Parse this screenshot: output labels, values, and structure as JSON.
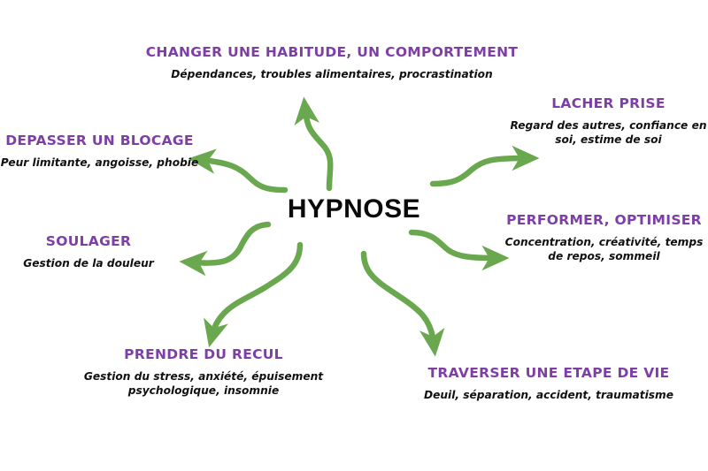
{
  "diagram": {
    "hub": {
      "label": "HYPNOSE"
    },
    "colors": {
      "title_purple": "#7d3fa5",
      "arrow_green": "#6aa84f",
      "hub_black": "#0a0a0a",
      "background": "#ffffff"
    },
    "nodes": [
      {
        "id": "changer",
        "title": "CHANGER UNE HABITUDE, UN COMPORTEMENT",
        "description": "Dépendances, troubles alimentaires, procrastination",
        "arrow": "arrow-up-icon"
      },
      {
        "id": "lacher",
        "title": "LACHER PRISE",
        "description": "Regard des autres, confiance en soi, estime de soi",
        "arrow": "arrow-upright-icon"
      },
      {
        "id": "depasser",
        "title": "DEPASSER UN BLOCAGE",
        "description": "Peur limitante, angoisse, phobie",
        "arrow": "arrow-upleft-icon"
      },
      {
        "id": "soulager",
        "title": "SOULAGER",
        "description": "Gestion de la douleur",
        "arrow": "arrow-left-icon"
      },
      {
        "id": "performer",
        "title": "PERFORMER, OPTIMISER",
        "description": "Concentration, créativité, temps de repos, sommeil",
        "arrow": "arrow-right-icon"
      },
      {
        "id": "prendre",
        "title": "PRENDRE DU RECUL",
        "description": "Gestion du stress, anxiété, épuisement psychologique, insomnie",
        "arrow": "arrow-downleft-icon"
      },
      {
        "id": "traverser",
        "title": "TRAVERSER UNE ETAPE DE VIE",
        "description": "Deuil, séparation, accident, traumatisme",
        "arrow": "arrow-downright-icon"
      }
    ]
  }
}
